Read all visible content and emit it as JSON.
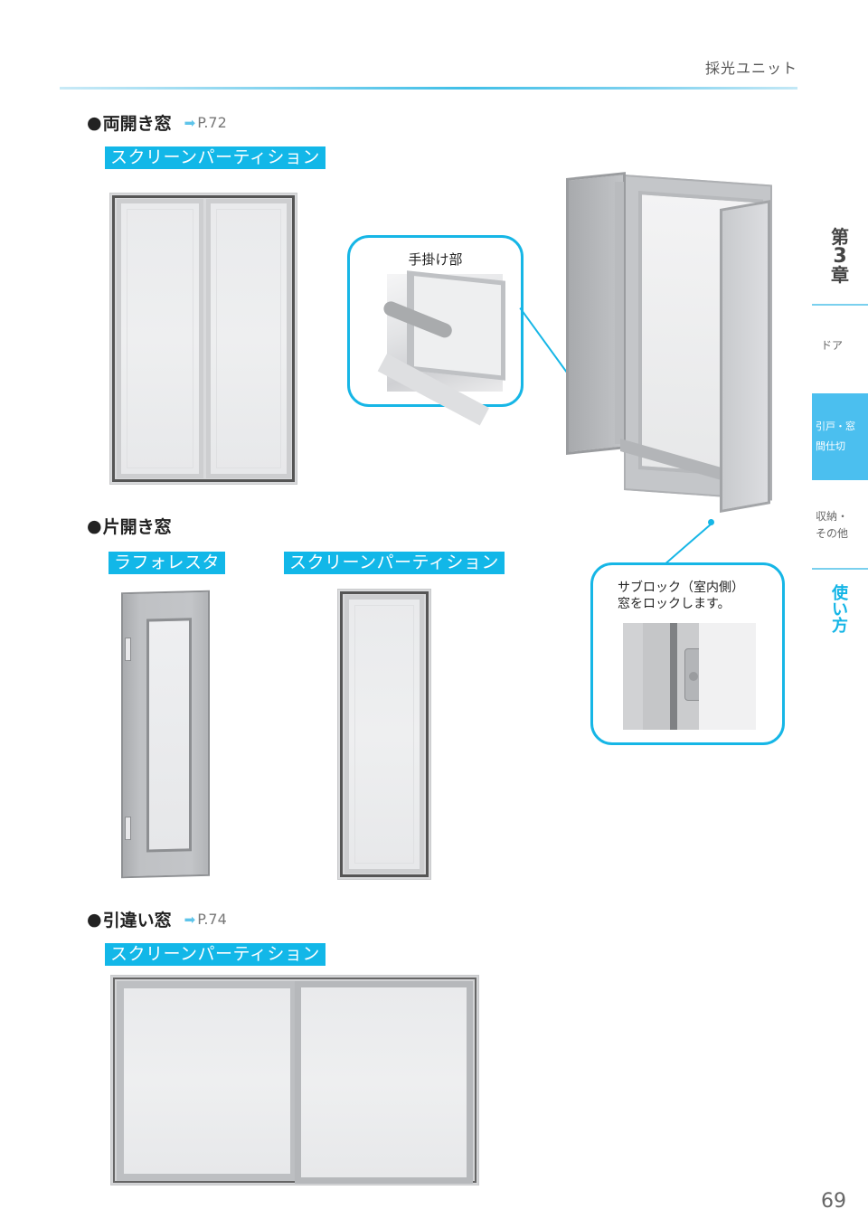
{
  "header": {
    "title": "採光ユニット"
  },
  "sections": [
    {
      "heading": "両開き窓",
      "bullet": "●",
      "page_ref": "P.72",
      "page_ref_arrow": "➡",
      "tags": [
        "スクリーンパーティション"
      ]
    },
    {
      "heading": "片開き窓",
      "bullet": "●",
      "tags": [
        "ラフォレスタ",
        "スクリーンパーティション"
      ]
    },
    {
      "heading": "引違い窓",
      "bullet": "●",
      "page_ref": "P.74",
      "page_ref_arrow": "➡",
      "tags": [
        "スクリーンパーティション"
      ]
    }
  ],
  "callouts": {
    "handle": {
      "title": "手掛け部"
    },
    "sublock": {
      "line1": "サブロック（室内側）",
      "line2": "窓をロックします。"
    }
  },
  "side_index": {
    "chapter": [
      "第",
      "3",
      "章"
    ],
    "items": [
      {
        "label_lines": [
          "ドア"
        ],
        "active": false
      },
      {
        "label_lines": [
          "引戸・窓",
          "間仕切"
        ],
        "active": true
      },
      {
        "label_lines": [
          "収納・",
          "その他"
        ],
        "active": false
      }
    ],
    "howto": [
      "使",
      "い",
      "方"
    ]
  },
  "colors": {
    "accent_cyan": "#12b7e8",
    "active_tab": "#4bbfef",
    "howto": "#14b5e6"
  },
  "page_number": "69"
}
